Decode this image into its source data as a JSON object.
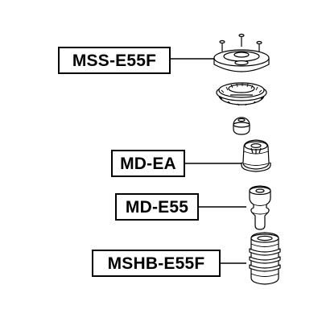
{
  "diagram": {
    "labels": {
      "top_mount": "MSS-E55F",
      "bump_stop_cap": "MD-EA",
      "bump_stop": "MD-E55",
      "dust_boot": "MSHB-E55F"
    },
    "line_color": "#000000",
    "fill_color": "#ffffff"
  }
}
